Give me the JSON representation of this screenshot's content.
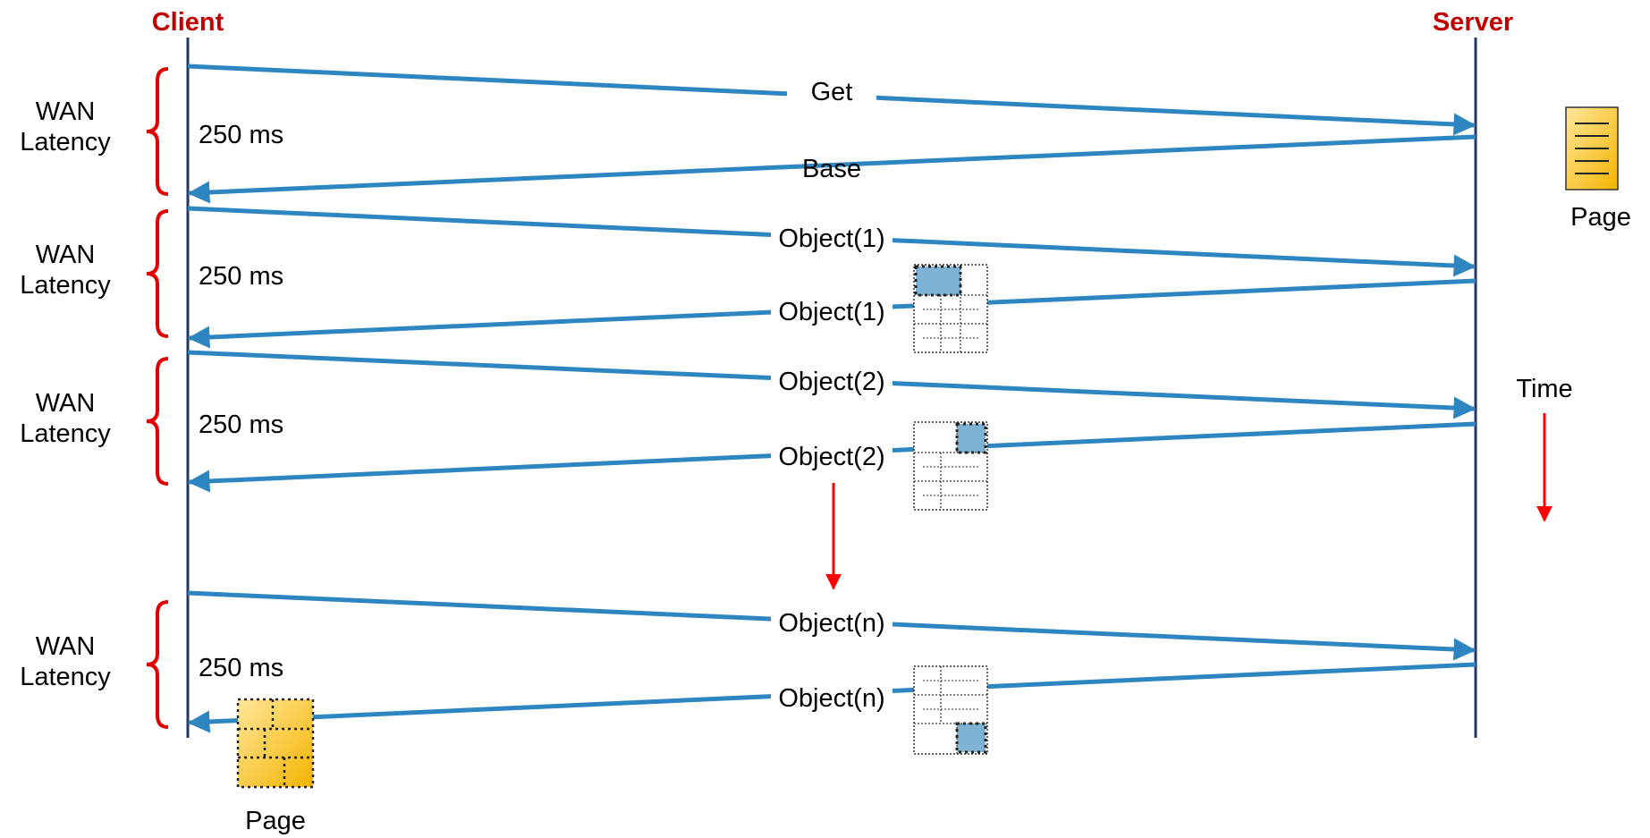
{
  "client_label": "Client",
  "server_label": "Server",
  "round_trips": [
    {
      "latency_label": [
        "WAN",
        "Latency"
      ],
      "duration": "250 ms",
      "request": "Get",
      "response": "Base"
    },
    {
      "latency_label": [
        "WAN",
        "Latency"
      ],
      "duration": "250 ms",
      "request": "Object(1)",
      "response": "Object(1)"
    },
    {
      "latency_label": [
        "WAN",
        "Latency"
      ],
      "duration": "250 ms",
      "request": "Object(2)",
      "response": "Object(2)"
    },
    {
      "latency_label": [
        "WAN",
        "Latency"
      ],
      "duration": "250 ms",
      "request": "Object(n)",
      "response": "Object(n)"
    }
  ],
  "server_page_label": "Page",
  "client_page_label": "Page",
  "time_label": "Time",
  "colors": {
    "arrow": "#2e86c1",
    "lifeline": "#1f3864",
    "header": "#c00000",
    "brace": "#e00000",
    "time_arrow": "#ff0000",
    "page_fill": "#ffd966",
    "object_highlight": "#7fb3d5"
  }
}
